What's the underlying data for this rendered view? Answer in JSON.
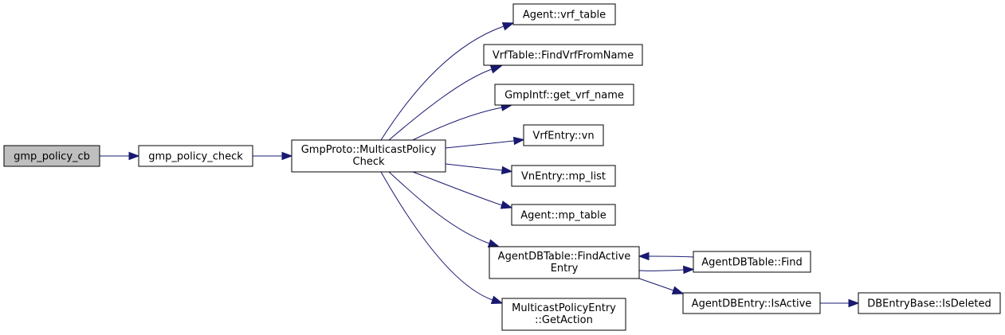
{
  "graph": {
    "nodes": {
      "gmp_policy_cb": "gmp_policy_cb",
      "gmp_policy_check": "gmp_policy_check",
      "multicast_policy_check": [
        "GmpProto::MulticastPolicy",
        "Check"
      ],
      "agent_vrf_table": "Agent::vrf_table",
      "vrftable_findvrffromname": "VrfTable::FindVrfFromName",
      "gmpintf_get_vrf_name": "GmpIntf::get_vrf_name",
      "vrfentry_vn": "VrfEntry::vn",
      "vnentry_mp_list": "VnEntry::mp_list",
      "agent_mp_table": "Agent::mp_table",
      "agentdbtable_findactiveentry": [
        "AgentDBTable::FindActive",
        "Entry"
      ],
      "multicastpolicyentry_getaction": [
        "MulticastPolicyEntry",
        "::GetAction"
      ],
      "agentdbtable_find": "AgentDBTable::Find",
      "agentdbentry_isactive": "AgentDBEntry::IsActive",
      "dbentrybase_isdeleted": "DBEntryBase::IsDeleted"
    },
    "colors": {
      "edge": "#191970",
      "root_fill": "#bfbfbf",
      "node_fill": "#ffffff",
      "border": "#000000"
    }
  }
}
